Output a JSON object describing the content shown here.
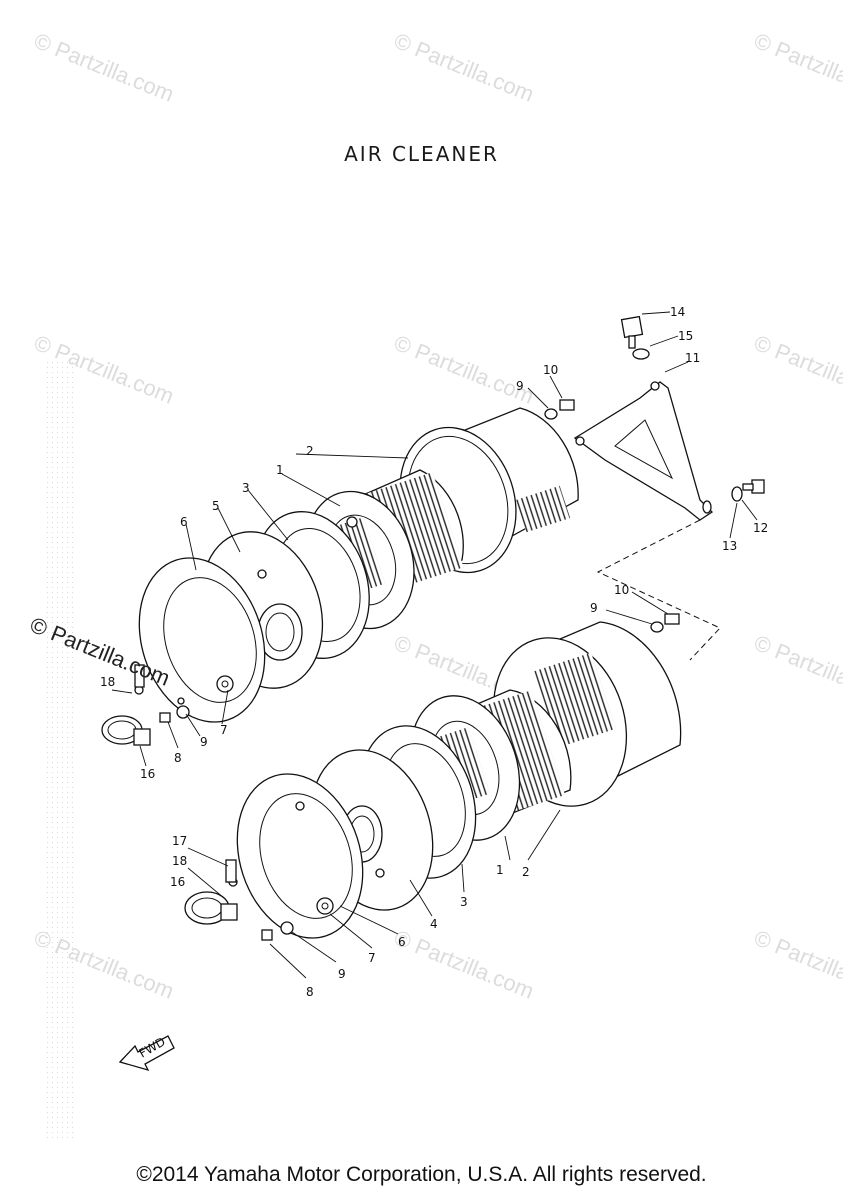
{
  "title": "AIR CLEANER",
  "watermark": "© Partzilla.com",
  "copyright": "©2014 Yamaha Motor Corporation, U.S.A. All rights reserved.",
  "fwd_label": "FWD",
  "callouts": {
    "c1_upper": "1",
    "c2_upper": "2",
    "c3_upper": "3",
    "c5_upper": "5",
    "c6_upper": "6",
    "c7_upper": "7",
    "c8_upper": "8",
    "c9_upper": "9",
    "c16_upper": "16",
    "c18_upper": "18",
    "c9_right_upper": "9",
    "c10_upper": "10",
    "c11": "11",
    "c12": "12",
    "c13": "13",
    "c14": "14",
    "c15": "15",
    "c9_right_lower": "9",
    "c10_lower": "10",
    "c1_lower": "1",
    "c2_lower": "2",
    "c3_lower": "3",
    "c4_lower": "4",
    "c6_lower": "6",
    "c7_lower": "7",
    "c8_lower": "8",
    "c9_lower": "9",
    "c16_lower": "16",
    "c17_lower": "17",
    "c18_lower": "18"
  }
}
